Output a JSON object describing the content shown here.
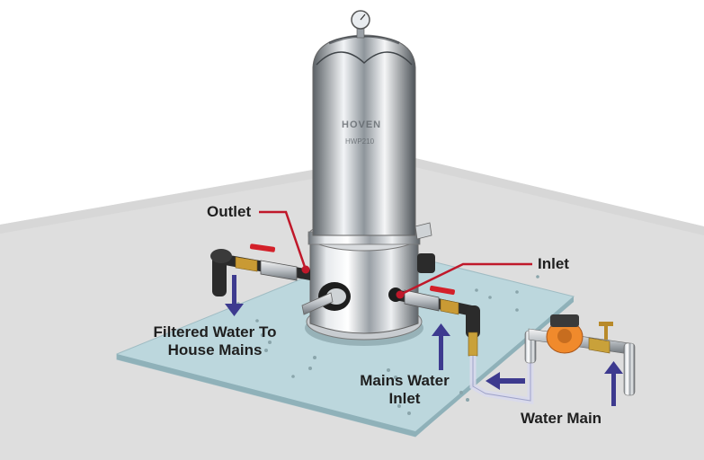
{
  "labels": {
    "outlet": "Outlet",
    "inlet": "Inlet",
    "filtered_line1": "Filtered Water To",
    "filtered_line2": "House Mains",
    "mains_line1": "Mains Water",
    "mains_line2": "Inlet",
    "water_main": "Water Main"
  },
  "housing": {
    "brand": "HOVEN",
    "model": "HWP210"
  },
  "colors": {
    "leader_line": "#c0182a",
    "flow_arrow": "#3d3a8f",
    "platform": "#b9d6dc",
    "floor": "#dcdcdc",
    "steel": "#c9cdd2",
    "meter": "#f08a2c"
  }
}
